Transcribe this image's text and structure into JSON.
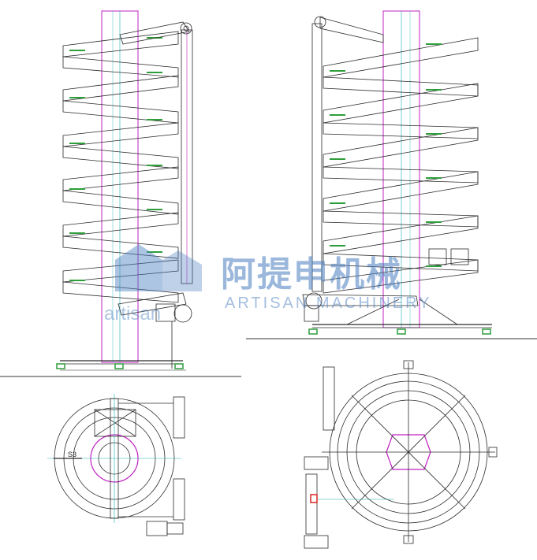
{
  "watermark": {
    "chinese": "阿提申机械",
    "english": "ARTISAN MACHINERY",
    "small": "artisan"
  },
  "drawing_labels": {
    "top_view_left_dim": "S3"
  },
  "colors": {
    "line": "#2b2b2b",
    "frame": "#c020c0",
    "center": "#1ab0b0",
    "roller": "#2e9e3a",
    "watermark": "#4a7fc1"
  }
}
